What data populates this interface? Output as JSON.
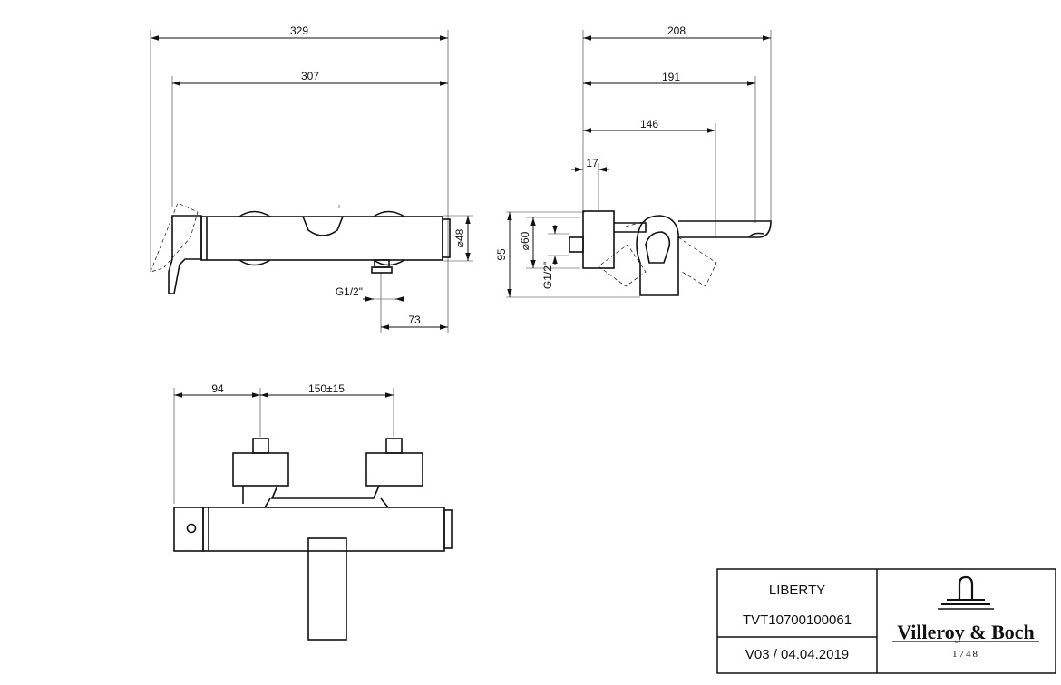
{
  "dimensions": {
    "side_overall": "329",
    "side_body": "307",
    "side_diameter": "⌀48",
    "side_thread": "G1/2\"",
    "side_outlet_offset": "73",
    "profile_overall": "208",
    "profile_spout": "191",
    "profile_handle": "146",
    "profile_wall": "17",
    "profile_height": "95",
    "profile_diameter": "⌀60",
    "profile_thread": "G1/2\"",
    "top_offset": "94",
    "top_spacing": "150±15"
  },
  "title_block": {
    "product": "LIBERTY",
    "article": "TVT10700100061",
    "revision": "V03 / 04.04.2019",
    "brand": "Villeroy & Boch",
    "brand_year": "1748"
  }
}
